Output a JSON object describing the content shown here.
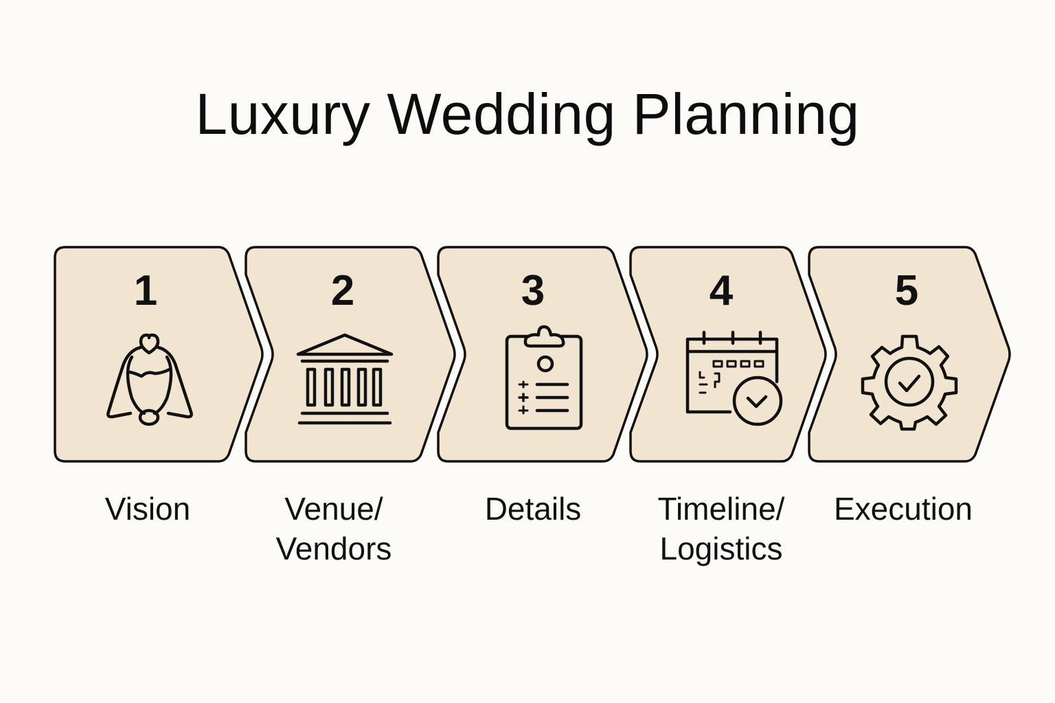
{
  "title": "Luxury Wedding Planning",
  "colors": {
    "background": "#fcfbf8",
    "step_fill": "#f1e5d2",
    "stroke": "#111111"
  },
  "steps": [
    {
      "number": "1",
      "label": "Vision",
      "icon": "bride-veil-icon"
    },
    {
      "number": "2",
      "label": "Venue/\nVendors",
      "icon": "building-columns-icon"
    },
    {
      "number": "3",
      "label": "Details",
      "icon": "clipboard-checklist-icon"
    },
    {
      "number": "4",
      "label": "Timeline/\nLogistics",
      "icon": "calendar-clock-icon"
    },
    {
      "number": "5",
      "label": "Execution",
      "icon": "gear-check-icon"
    }
  ]
}
